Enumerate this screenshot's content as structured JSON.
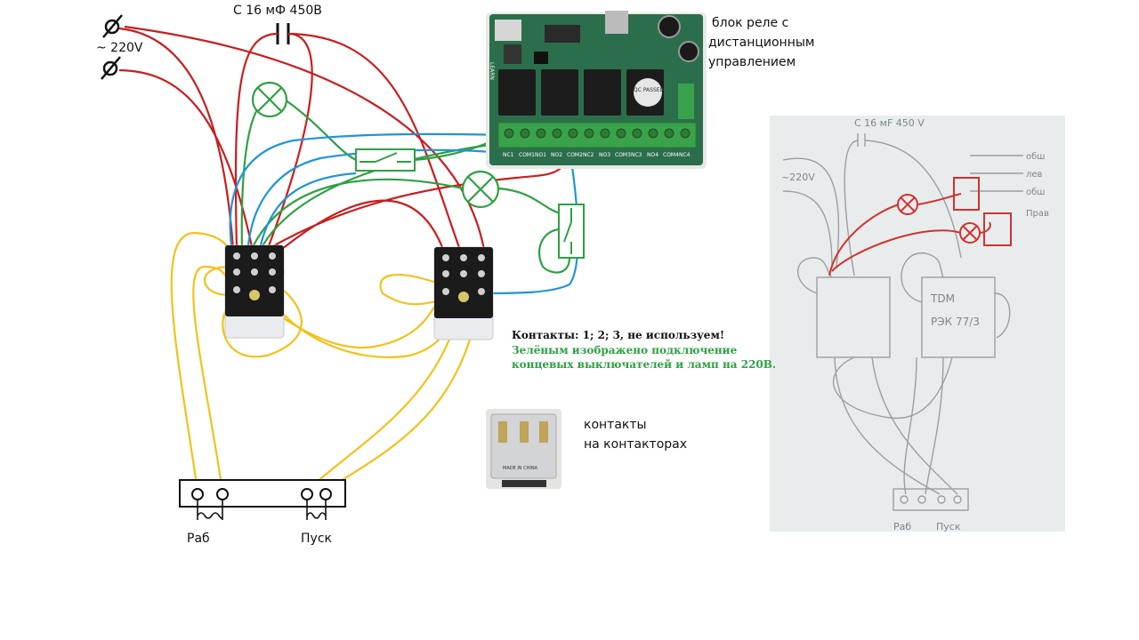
{
  "labels": {
    "voltage": "~ 220V",
    "capacitor": "C 16 мФ 450В",
    "relay_block_line1": "блок реле с",
    "relay_block_line2": "дистанционным",
    "relay_block_line3": "управлением",
    "note_line1": "Контакты: 1; 2; 3, не используем!",
    "note_line2": "Зелёным изображено подключение",
    "note_line3": "концевых выключателей и ламп на 220В.",
    "contacts_line1": "контакты",
    "contacts_line2": "на контакторах",
    "work": "Раб",
    "start": "Пуск"
  },
  "board": {
    "terminals": [
      "NC1",
      "COM1",
      "NO1",
      "NO2",
      "COM2",
      "NC2",
      "NO3",
      "COM3",
      "NC3",
      "NO4",
      "COM4",
      "NC4"
    ],
    "learn": "LEARN",
    "badge": "QC PASSED"
  },
  "sketch": {
    "capacitor": "C 16 мF 450 V",
    "voltage": "~220V",
    "out1": "обш",
    "out2": "лев",
    "out3": "обш",
    "out4": "Прав",
    "contactor_brand": "ТDМ",
    "contactor_model": "РЭК 77/3",
    "work": "Раб",
    "start": "Пуск"
  },
  "relay_photo": {
    "marking": "MADE IN CHINA"
  },
  "colors": {
    "mains_wire": "#c81e1e",
    "limit_switch_wire": "#2ea043",
    "control_wire": "#1f95d6",
    "motor_wire": "#f2c21b",
    "board": "#2b6e4c",
    "terminal_block": "#3aa24a",
    "relay_body": "#1c1c1c",
    "sketch_bg": "#e9ecec",
    "sketch_red": "#d1322f"
  }
}
